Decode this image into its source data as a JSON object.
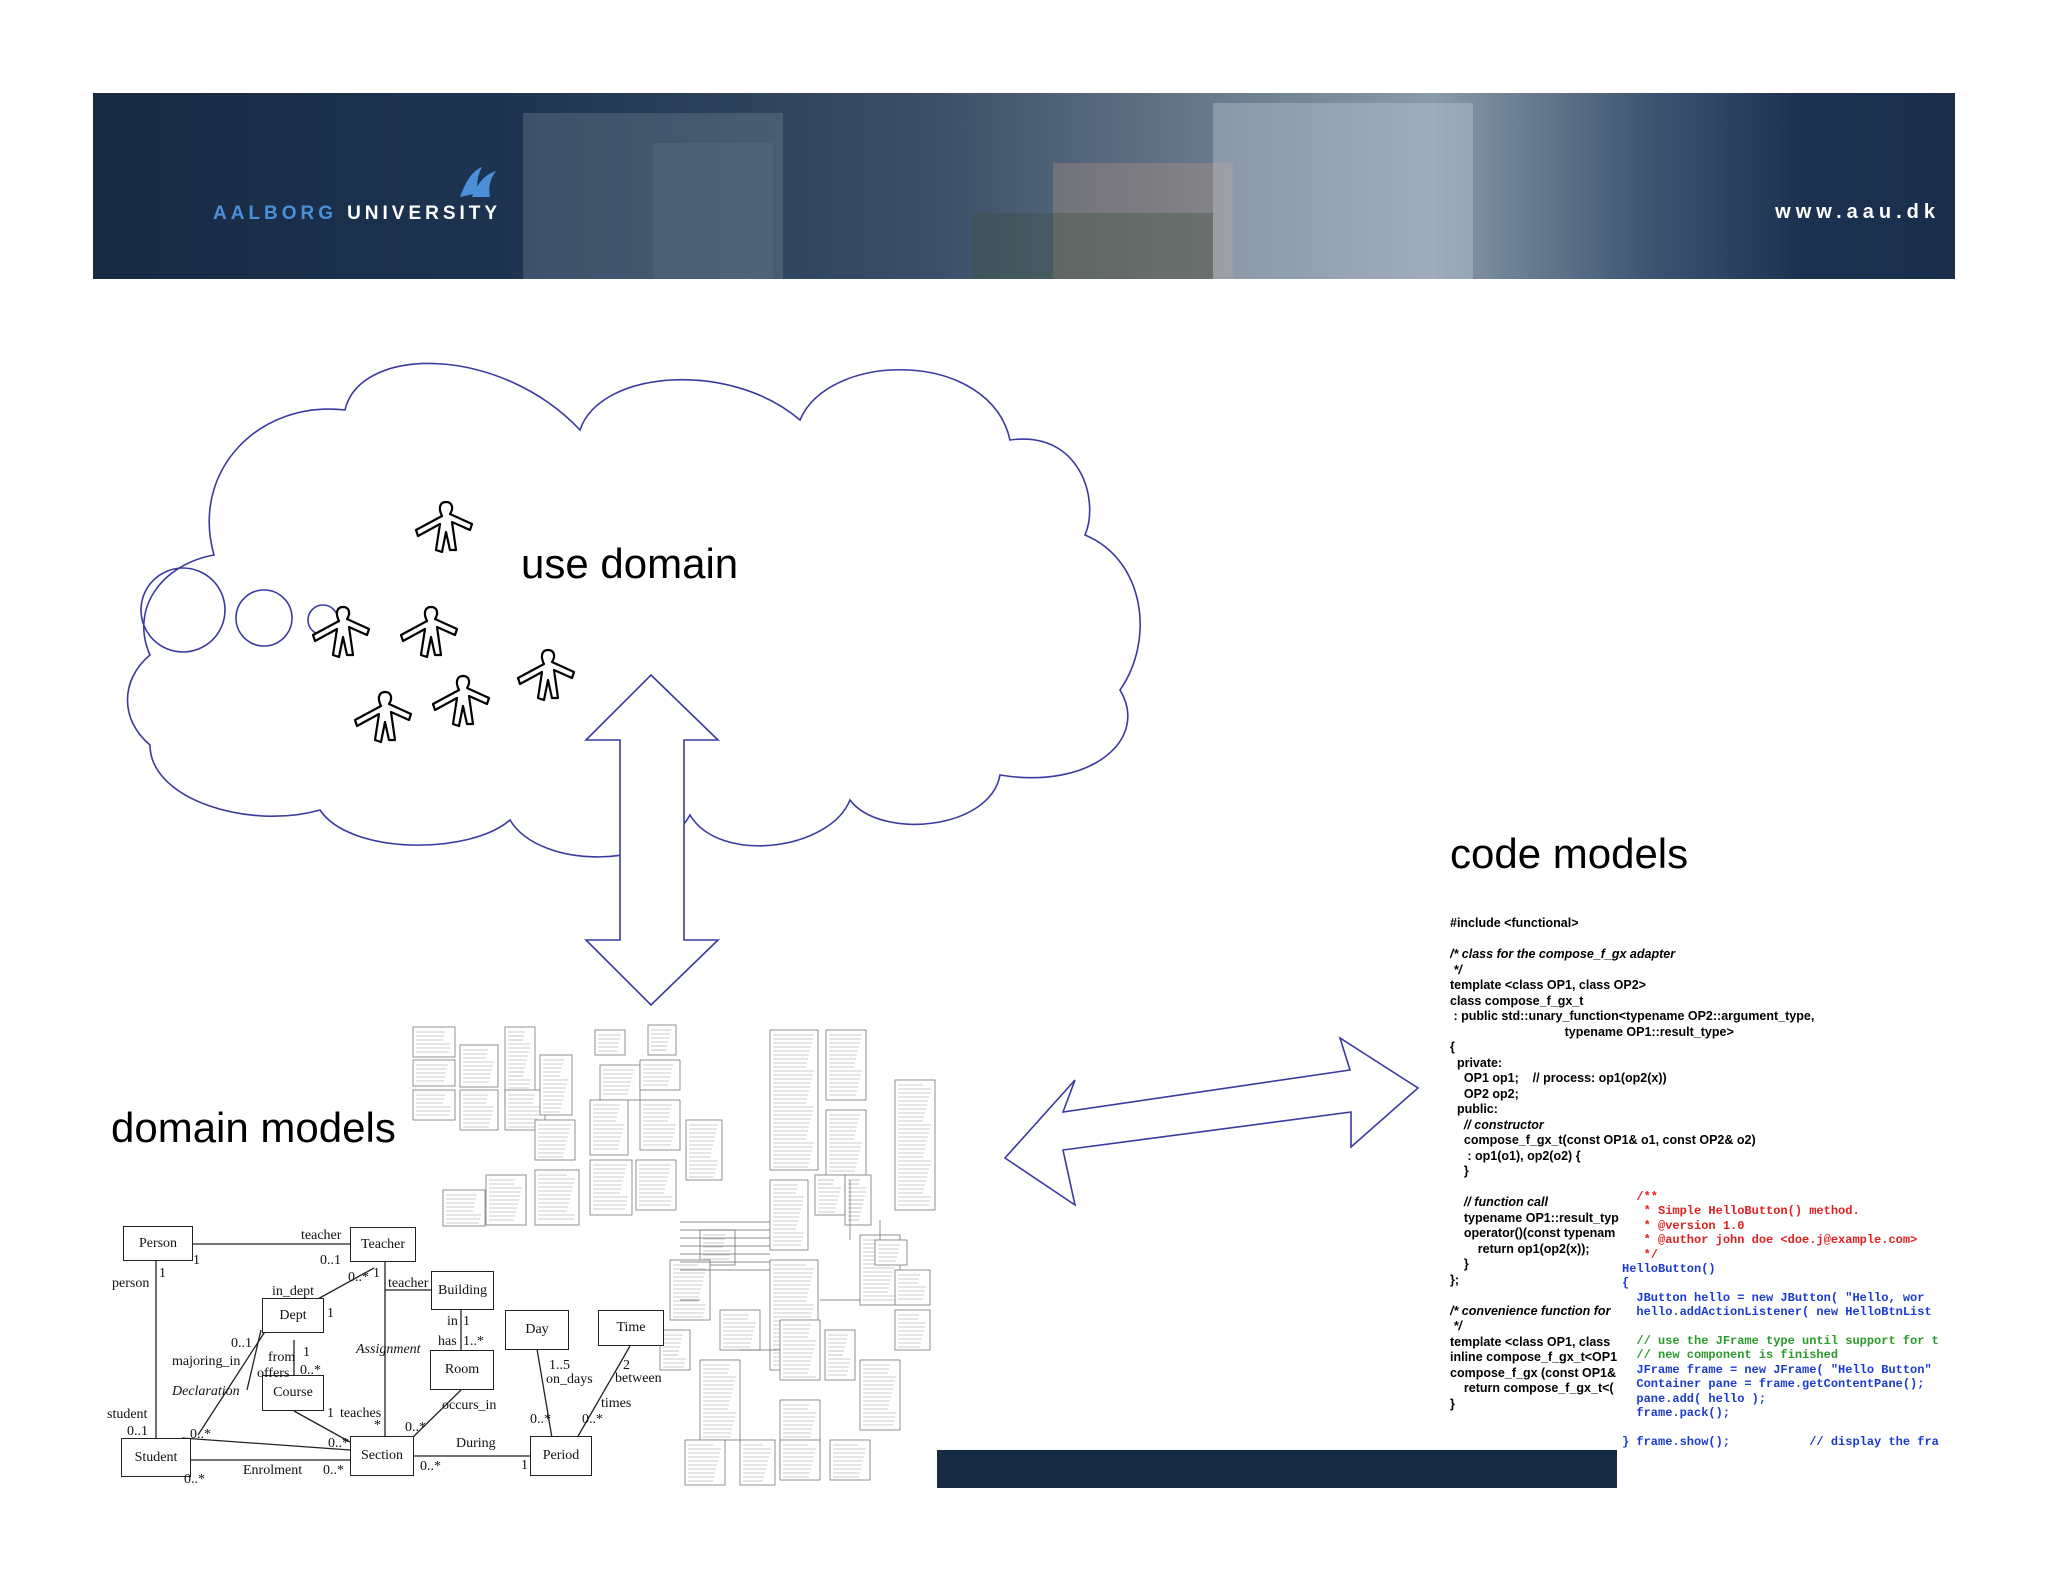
{
  "banner": {
    "logo_word1": "AALBORG",
    "logo_word2": "UNIVERSITY",
    "url": "www.aau.dk",
    "colors": {
      "background": "#172a44",
      "logo_blue": "#4a8fd8",
      "text": "#ffffff"
    }
  },
  "cloud": {
    "label": "use domain",
    "stroke_color": "#3a3aa0"
  },
  "domain_models": {
    "label": "domain models",
    "uml": {
      "classes": [
        "Person",
        "Teacher",
        "Building",
        "Dept",
        "Day",
        "Time",
        "Room",
        "Course",
        "Student",
        "Section",
        "Period"
      ],
      "labels": {
        "teacher_top": "teacher",
        "mult_01_teacher": "0..1",
        "person": "person",
        "mult_1_person": "1",
        "mult_1_person_right": "1",
        "mult_0star_teacher": "0..*",
        "mult_1_teacher": "1",
        "in_dept": "in_dept",
        "teacher_role": "teacher",
        "mult_1_dept": "1",
        "in": "in",
        "mult_1_in": "1",
        "has": "has",
        "mult_1star_has": "1..*",
        "mult_01_majoring": "0..1",
        "majoring_in": "majoring_in",
        "from": "from",
        "offers": "offers",
        "mult_1_from": "1",
        "mult_0star_offers": "0..*",
        "assignment": "Assignment",
        "declaration": "Declaration",
        "mult_15": "1..5",
        "on_days": "on_days",
        "mult_2": "2",
        "between": "between",
        "occurs_in": "occurs_in",
        "mult_1_occurs": "1",
        "student": "student",
        "mult_01_student": "0..1",
        "mult_0star_student": "0..*",
        "mult_1_teaches": "1",
        "teaches": "teaches",
        "star_teaches": "*",
        "mult_0star_section_top": "0..*",
        "times": "times",
        "mult_0star_period1": "0..*",
        "mult_0star_period2": "0..*",
        "mult_0star_section": "0..*",
        "during": "During",
        "mult_0star_enrol_student": "0..*",
        "enrolment": "Enrolment",
        "mult_0star_enrol": "0..*",
        "mult_0star_during": "0..*",
        "mult_1_period": "1"
      }
    }
  },
  "code_models": {
    "label": "code models",
    "cpp_lines": [
      {
        "t": "#include <functional>",
        "i": false
      },
      {
        "t": "",
        "i": false
      },
      {
        "t": "/* class for the compose_f_gx adapter",
        "i": true
      },
      {
        "t": " */",
        "i": true
      },
      {
        "t": "template <class OP1, class OP2>",
        "i": false
      },
      {
        "t": "class compose_f_gx_t",
        "i": false
      },
      {
        "t": " : public std::unary_function<typename OP2::argument_type,",
        "i": false
      },
      {
        "t": "                                 typename OP1::result_type>",
        "i": false
      },
      {
        "t": "{",
        "i": false
      },
      {
        "t": "  private:",
        "i": false
      },
      {
        "t": "    OP1 op1;    // process: op1(op2(x))",
        "i": false
      },
      {
        "t": "    OP2 op2;",
        "i": false
      },
      {
        "t": "  public:",
        "i": false
      },
      {
        "t": "    // constructor",
        "i": true
      },
      {
        "t": "    compose_f_gx_t(const OP1& o1, const OP2& o2)",
        "i": false
      },
      {
        "t": "     : op1(o1), op2(o2) {",
        "i": false
      },
      {
        "t": "    }",
        "i": false
      },
      {
        "t": "",
        "i": false
      },
      {
        "t": "    // function call",
        "i": true
      },
      {
        "t": "    typename OP1::result_typ",
        "i": false
      },
      {
        "t": "    operator()(const typenam",
        "i": false
      },
      {
        "t": "        return op1(op2(x));",
        "i": false
      },
      {
        "t": "    }",
        "i": false
      },
      {
        "t": "};",
        "i": false
      },
      {
        "t": "",
        "i": false
      },
      {
        "t": "/* convenience function for",
        "i": true
      },
      {
        "t": " */",
        "i": true
      },
      {
        "t": "template <class OP1, class",
        "i": false
      },
      {
        "t": "inline compose_f_gx_t<OP1",
        "i": false
      },
      {
        "t": "compose_f_gx (const OP1&",
        "i": false
      },
      {
        "t": "    return compose_f_gx_t<(",
        "i": false
      },
      {
        "t": "}",
        "i": false
      }
    ],
    "java_lines": [
      {
        "t": "  /**",
        "c": "red"
      },
      {
        "t": "   * Simple HelloButton() method.",
        "c": "red"
      },
      {
        "t": "   * @version 1.0",
        "c": "red"
      },
      {
        "t": "   * @author john doe <doe.j@example.com>",
        "c": "red"
      },
      {
        "t": "   */",
        "c": "red"
      },
      {
        "t": "HelloButton()",
        "c": "blue"
      },
      {
        "t": "{",
        "c": "blue"
      },
      {
        "t": "  JButton hello = new JButton( \"Hello, wor",
        "c": "blue"
      },
      {
        "t": "  hello.addActionListener( new HelloBtnList",
        "c": "blue"
      },
      {
        "t": "",
        "c": "blue"
      },
      {
        "t": "  // use the JFrame type until support for t",
        "c": "green"
      },
      {
        "t": "  // new component is finished",
        "c": "green"
      },
      {
        "t": "  JFrame frame = new JFrame( \"Hello Button\"",
        "c": "blue"
      },
      {
        "t": "  Container pane = frame.getContentPane();",
        "c": "blue"
      },
      {
        "t": "  pane.add( hello );",
        "c": "blue"
      },
      {
        "t": "  frame.pack();",
        "c": "blue"
      },
      {
        "t": "",
        "c": "blue"
      },
      {
        "t": "} frame.show();           // display the fra",
        "c": "blue"
      }
    ]
  }
}
